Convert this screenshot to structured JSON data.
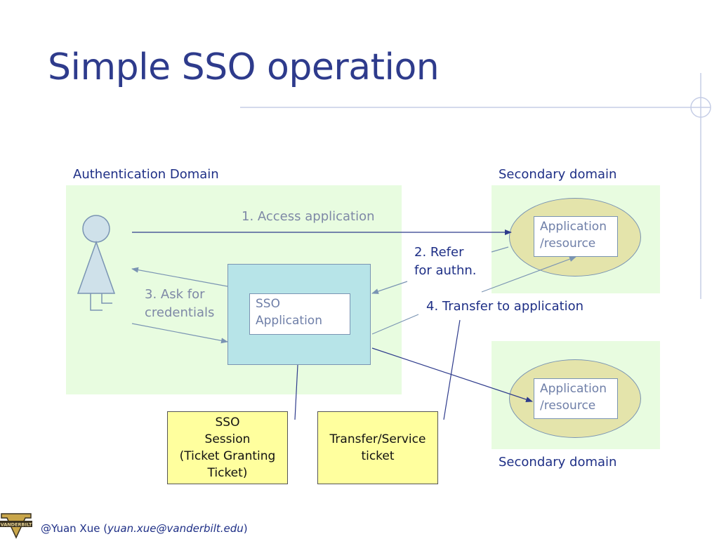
{
  "slide": {
    "title": "Simple SSO operation"
  },
  "domains": {
    "auth": "Authentication Domain",
    "secondary_top": "Secondary domain",
    "secondary_bottom": "Secondary domain"
  },
  "nodes": {
    "sso_app_line1": "SSO",
    "sso_app_line2": "Application",
    "app_top_line1": "Application",
    "app_top_line2": "/resource",
    "app_bottom_line1": "Application",
    "app_bottom_line2": "/resource"
  },
  "steps": {
    "step1": "1. Access application",
    "step2_line1": "2. Refer",
    "step2_line2": "for authn.",
    "step3_line1": "3. Ask for",
    "step3_line2": "credentials",
    "step4": "4. Transfer to application"
  },
  "notes": {
    "session_line1": "SSO",
    "session_line2": "Session",
    "session_line3": "(Ticket Granting",
    "session_line4": "Ticket)",
    "ticket_line1": "Transfer/Service",
    "ticket_line2": "ticket"
  },
  "footer": {
    "author_prefix": "@Yuan Xue (",
    "email": "yuan.xue@vanderbilt.edu",
    "suffix": ")",
    "logo_text": "VANDERBILT"
  },
  "colors": {
    "title": "#2e3b8c",
    "zone_fill": "#e8fce0",
    "sso_fill": "#b7e4e8",
    "ellipse_fill": "#e4e4ab",
    "note_fill": "#ffff9e",
    "line": "#7a94b3",
    "dark_line": "#2e3b8c"
  }
}
